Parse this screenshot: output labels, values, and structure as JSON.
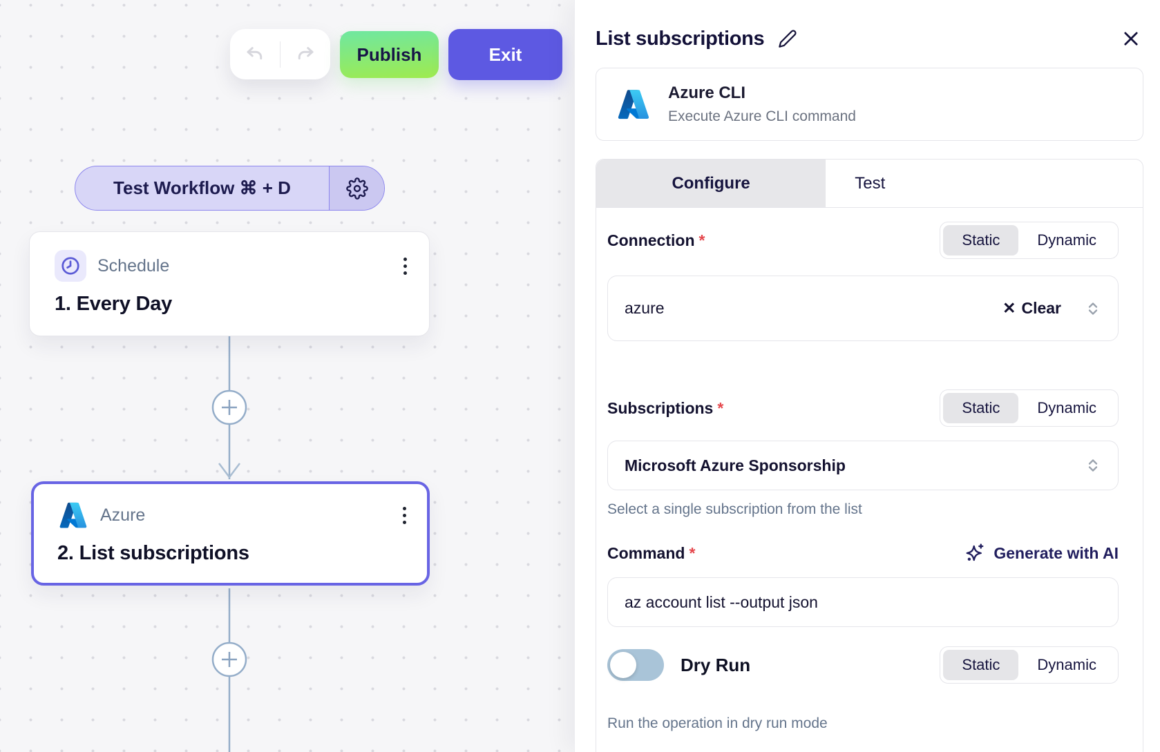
{
  "canvas": {
    "toolbar": {
      "publish_label": "Publish",
      "exit_label": "Exit"
    },
    "test_workflow": {
      "label": "Test Workflow ⌘ + D"
    },
    "nodes": [
      {
        "app": "Schedule",
        "title": "1. Every Day",
        "icon": "clock",
        "selected": false
      },
      {
        "app": "Azure",
        "title": "2. List subscriptions",
        "icon": "azure-logo",
        "selected": true
      }
    ]
  },
  "panel": {
    "title": "List subscriptions",
    "required_marker": "*",
    "mode_options": [
      "Static",
      "Dynamic"
    ],
    "app_card": {
      "name": "Azure CLI",
      "description": "Execute Azure CLI command"
    },
    "tabs": [
      {
        "label": "Configure",
        "active": true
      },
      {
        "label": "Test",
        "active": false
      }
    ],
    "fields": {
      "connection": {
        "label": "Connection",
        "required": true,
        "selected_mode": "Static",
        "value": "azure",
        "clear_icon": "✕",
        "clear_label": "Clear"
      },
      "subscriptions": {
        "label": "Subscriptions",
        "required": true,
        "selected_mode": "Static",
        "value": "Microsoft Azure Sponsorship",
        "helper": "Select a single subscription from the list"
      },
      "command": {
        "label": "Command",
        "required": true,
        "ai_action_label": "Generate with AI",
        "value": "az account list --output json"
      },
      "dry_run": {
        "label": "Dry Run",
        "enabled": false,
        "selected_mode": "Static",
        "helper": "Run the operation in dry run mode"
      }
    }
  },
  "colors": {
    "accent_purple": "#5d59e2",
    "selected_node_border": "#6864e4",
    "publish_gradient_start": "#6fe7a1",
    "publish_gradient_end": "#9feb4e",
    "toggle_off_track": "#a9c4d8",
    "required_red": "#e5484d",
    "connector": "#94adc9",
    "tab_active_bg": "#e7e7ea"
  }
}
